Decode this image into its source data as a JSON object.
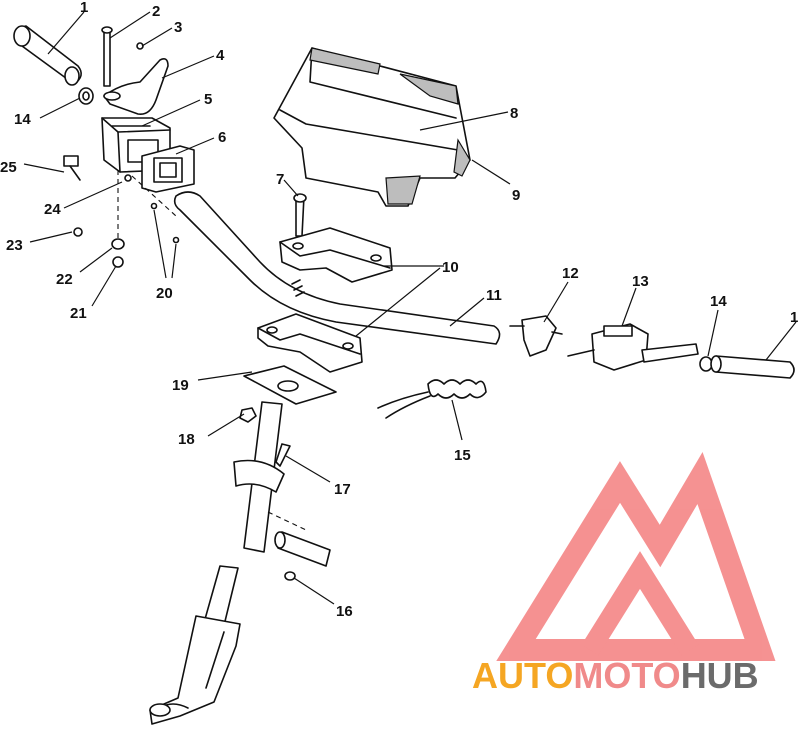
{
  "diagram": {
    "callouts": [
      "1",
      "2",
      "3",
      "4",
      "5",
      "6",
      "7",
      "8",
      "9",
      "10",
      "11",
      "12",
      "13",
      "14",
      "14",
      "1",
      "15",
      "16",
      "17",
      "18",
      "19",
      "20",
      "21",
      "22",
      "23",
      "24",
      "25"
    ]
  },
  "watermark": {
    "brand_part1": "AUTO",
    "brand_part2": "MOTO",
    "brand_part3": "HUB",
    "colors": {
      "auto": "#f5a623",
      "moto": "#f08a8a",
      "hub": "#6b6b6b",
      "logo": "#f26d6d"
    }
  }
}
